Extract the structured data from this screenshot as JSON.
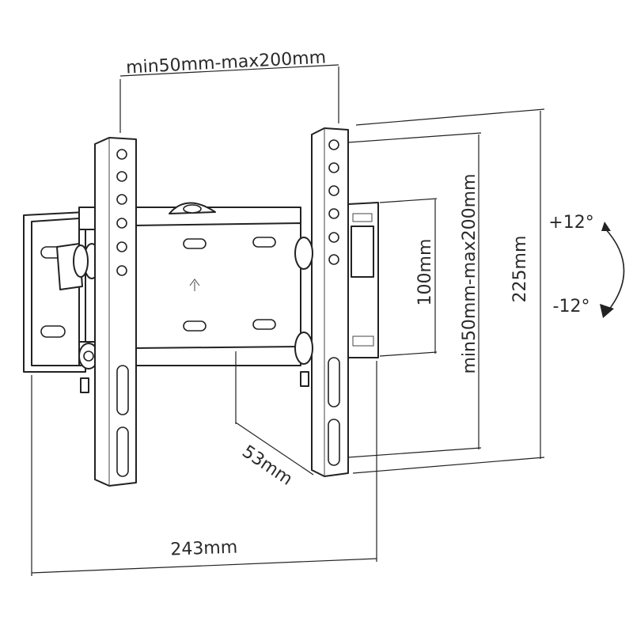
{
  "dimensions": {
    "vesa_horizontal": "min50mm-max200mm",
    "vesa_vertical": "min50mm-max200mm",
    "hole_spacing": "100mm",
    "height": "225mm",
    "depth": "53mm",
    "width": "243mm"
  },
  "tilt": {
    "up": "+12°",
    "down": "-12°"
  }
}
